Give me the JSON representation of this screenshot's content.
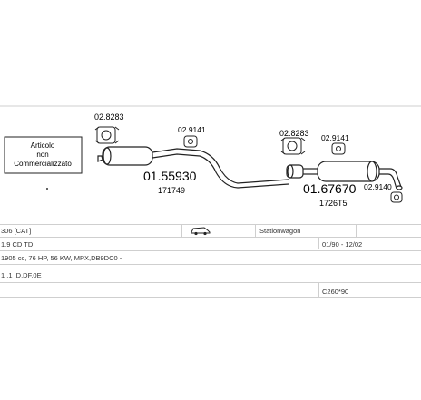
{
  "not_marketed": {
    "line1": "Articolo",
    "line2": "non",
    "line3": "Commercializzato"
  },
  "parts": {
    "clamp_left": "02.8283",
    "bracket_left": "02.9141",
    "front_muffler_code": "01.55930",
    "front_muffler_oe": "171749",
    "clamp_right": "02.8283",
    "bracket_rear_top": "02.9141",
    "rear_muffler_code": "01.67670",
    "rear_muffler_oe": "1726T5",
    "bracket_rear_bottom": "02.9140"
  },
  "vehicle": {
    "model": "306 [CAT]",
    "body_type": "Stationwagon",
    "engine": "1.9 CD TD",
    "production": "01/90 - 12/02",
    "specs": "1905 cc, 76 HP, 56 KW, MPX,DB9DC0 -",
    "engine_code": "1 ,1 ,D,DF,0E",
    "catalog_ref": "C260*90"
  },
  "icons": {
    "car": "car-wagon-icon",
    "clamp": "clamp-icon",
    "bracket": "rubber-hanger-icon"
  }
}
